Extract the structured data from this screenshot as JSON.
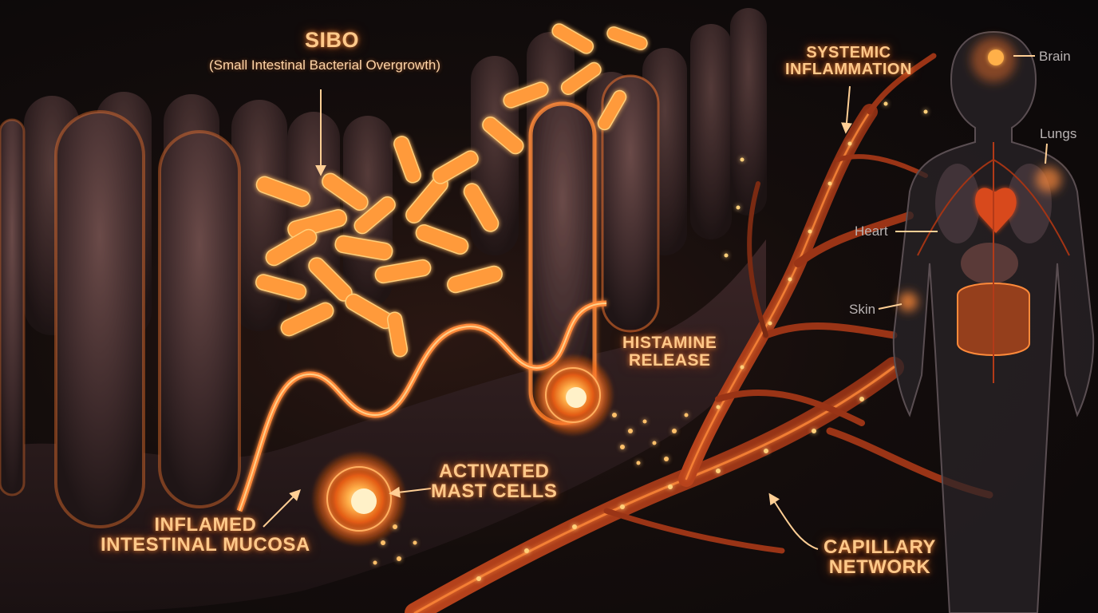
{
  "labels": {
    "sibo_title": "SIBO",
    "sibo_subtitle": "(Small Intestinal Bacterial Overgrowth)",
    "systemic_line1": "SYSTEMIC",
    "systemic_line2": "INFLAMMATION",
    "histamine_line1": "HISTAMINE",
    "histamine_line2": "RELEASE",
    "mast_line1": "ACTIVATED",
    "mast_line2": "MAST CELLS",
    "mucosa_line1": "INFLAMED",
    "mucosa_line2": "INTESTINAL MUCOSA",
    "capillary_line1": "CAPILLARY",
    "capillary_line2": "NETWORK"
  },
  "organs": {
    "brain": "Brain",
    "lungs": "Lungs",
    "heart": "Heart",
    "skin": "Skin"
  },
  "colors": {
    "glow": "#ff8a3a",
    "label": "#ffc98a",
    "tissue": "#4a2e2c",
    "background": "#0c0a0b"
  }
}
